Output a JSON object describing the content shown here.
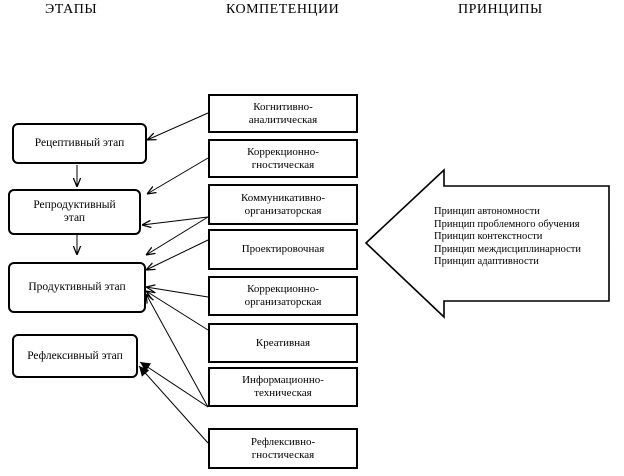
{
  "headers": {
    "stages": "ЭТАПЫ",
    "competencies": "КОМПЕТЕНЦИИ",
    "principles": "ПРИНЦИПЫ"
  },
  "stages": [
    "Рецептивный этап",
    "Репродуктивный\nэтап",
    "Продуктивный этап",
    "Рефлексивный этап"
  ],
  "competencies": [
    "Когнитивно-\nаналитическая",
    "Коррекционно-\nгностическая",
    "Коммуникативно-\nорганизаторская",
    "Проектировочная",
    "Коррекционно-\nорганизаторская",
    "Креативная",
    "Информационно-\nтехническая",
    "Рефлексивно-\nгностическая"
  ],
  "principles": [
    "Принцип автономности",
    "Принцип проблемного обучения",
    "Принцип контекстности",
    "Принцип междисциплинарности",
    "Принцип адаптивности"
  ]
}
